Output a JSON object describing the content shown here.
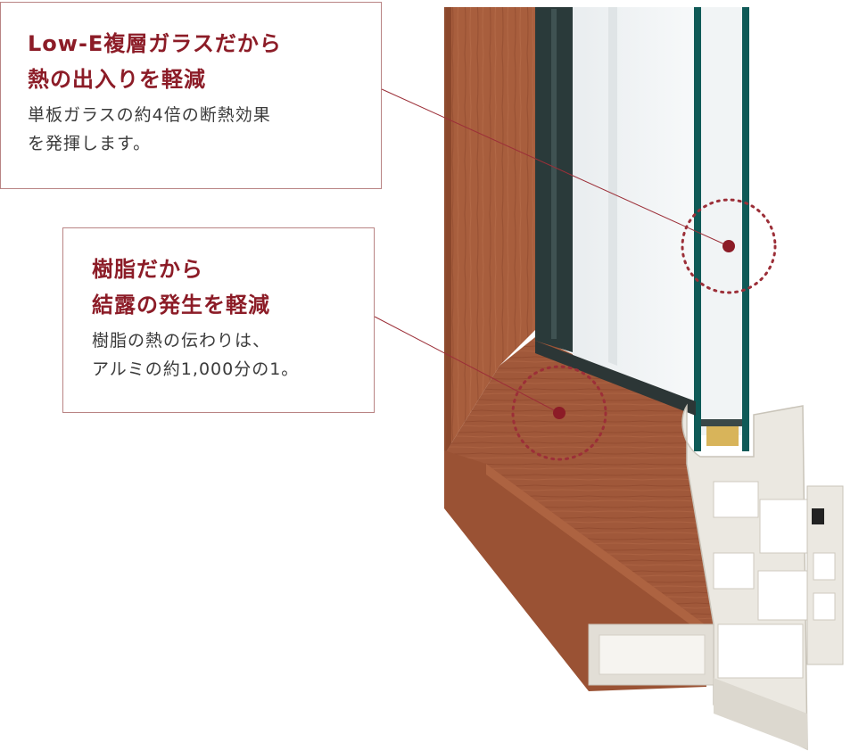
{
  "callouts": {
    "glass": {
      "heading_line1": "Low-E複層ガラスだから",
      "heading_line2": "熱の出入りを軽減",
      "body_line1": "単板ガラスの約4倍の断熱効果",
      "body_line2": "を発揮します。"
    },
    "resin": {
      "heading_line1": "樹脂だから",
      "heading_line2": "結露の発生を軽減",
      "body_line1": "樹脂の熱の伝わりは、",
      "body_line2": "アルミの約1,000分の1。"
    }
  },
  "colors": {
    "accent": "#8c1c27",
    "callout_border": "#b98484",
    "wood": "#a0583a",
    "glass_edge": "#0f5a57",
    "pvc": "#ebe8e1"
  }
}
